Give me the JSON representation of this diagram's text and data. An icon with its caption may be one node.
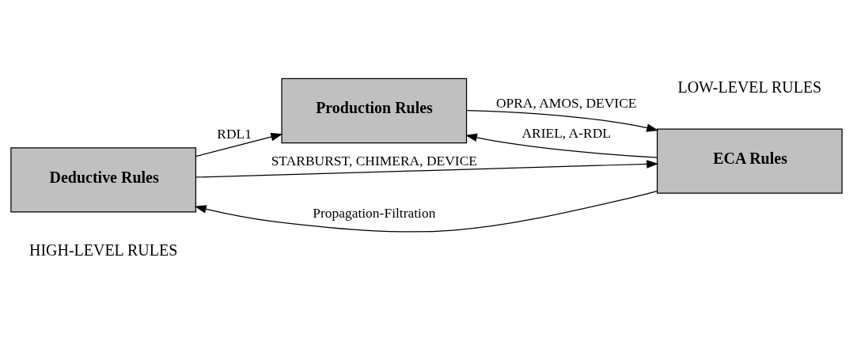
{
  "diagram": {
    "nodes": [
      {
        "text": [
          "Deductive Rules"
        ]
      },
      {
        "text": [
          "Production Rules"
        ]
      },
      {
        "text": [
          "ECA Rules"
        ]
      }
    ],
    "edges": [
      {
        "from": 2,
        "to": 0,
        "arrow": "to",
        "label": "Propagation-Filtration"
      },
      {
        "from": 2,
        "to": 1,
        "arrow": "to",
        "label": "ARIEL, A-RDL"
      },
      {
        "from": 0,
        "to": 1,
        "arrow": "to",
        "label": "RDL1"
      },
      {
        "from": 1,
        "to": 2,
        "arrow": "to",
        "label": "OPRA, AMOS, DEVICE"
      },
      {
        "from": 0,
        "to": 2,
        "arrow": "to",
        "label": "STARBURST, CHIMERA, DEVICE"
      }
    ],
    "labels": [
      "HIGH-LEVEL RULES",
      "LOW-LEVEL RULES"
    ]
  }
}
